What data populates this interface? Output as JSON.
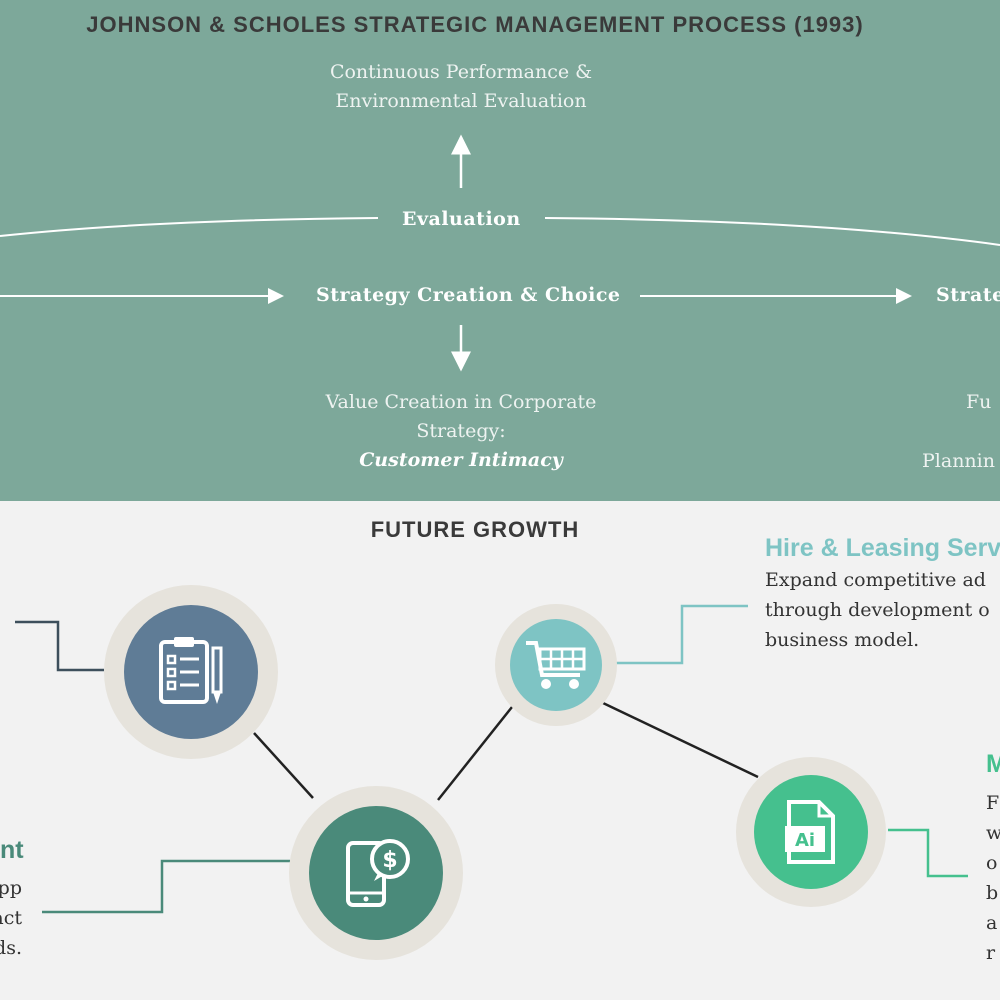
{
  "header": {
    "title": "JOHNSON & SCHOLES STRATEGIC MANAGEMENT PROCESS (1993)"
  },
  "process": {
    "continuous_line1": "Continuous Performance &",
    "continuous_line2": "Environmental Evaluation",
    "evaluation": "Evaluation",
    "strategy_creation": "Strategy Creation & Choice",
    "strategy_right_partial": "Strateg",
    "value_line1": "Value Creation in Corporate",
    "value_line2": "Strategy:",
    "value_emphasis": "Customer Intimacy",
    "right_partial_1": "Fu",
    "right_partial_2": "Plannin"
  },
  "future_growth": {
    "title": "FUTURE GROWTH",
    "hire": {
      "heading": "Hire & Leasing Servic",
      "line1": "Expand competitive ad",
      "line2": "through development o",
      "line3": "business model."
    },
    "left": {
      "heading": "nt",
      "line1": "pp",
      "line2": "act",
      "line3": "ds."
    },
    "right": {
      "heading": "M",
      "line1": "F",
      "line2": "w",
      "line3": "o",
      "line4": "b",
      "line5": "a",
      "line6": "r"
    },
    "icons": {
      "clipboard": "clipboard-checklist-icon",
      "cart": "shopping-cart-icon",
      "phone": "phone-dollar-icon",
      "ai": "ai-file-icon"
    },
    "colors": {
      "clipboard": "#5f7c96",
      "cart": "#7ec4c4",
      "phone": "#4a8a7a",
      "ai": "#45c08e",
      "hire_heading": "#7ec4c4",
      "left_heading": "#4a8a7a",
      "right_heading": "#45c08e"
    }
  }
}
